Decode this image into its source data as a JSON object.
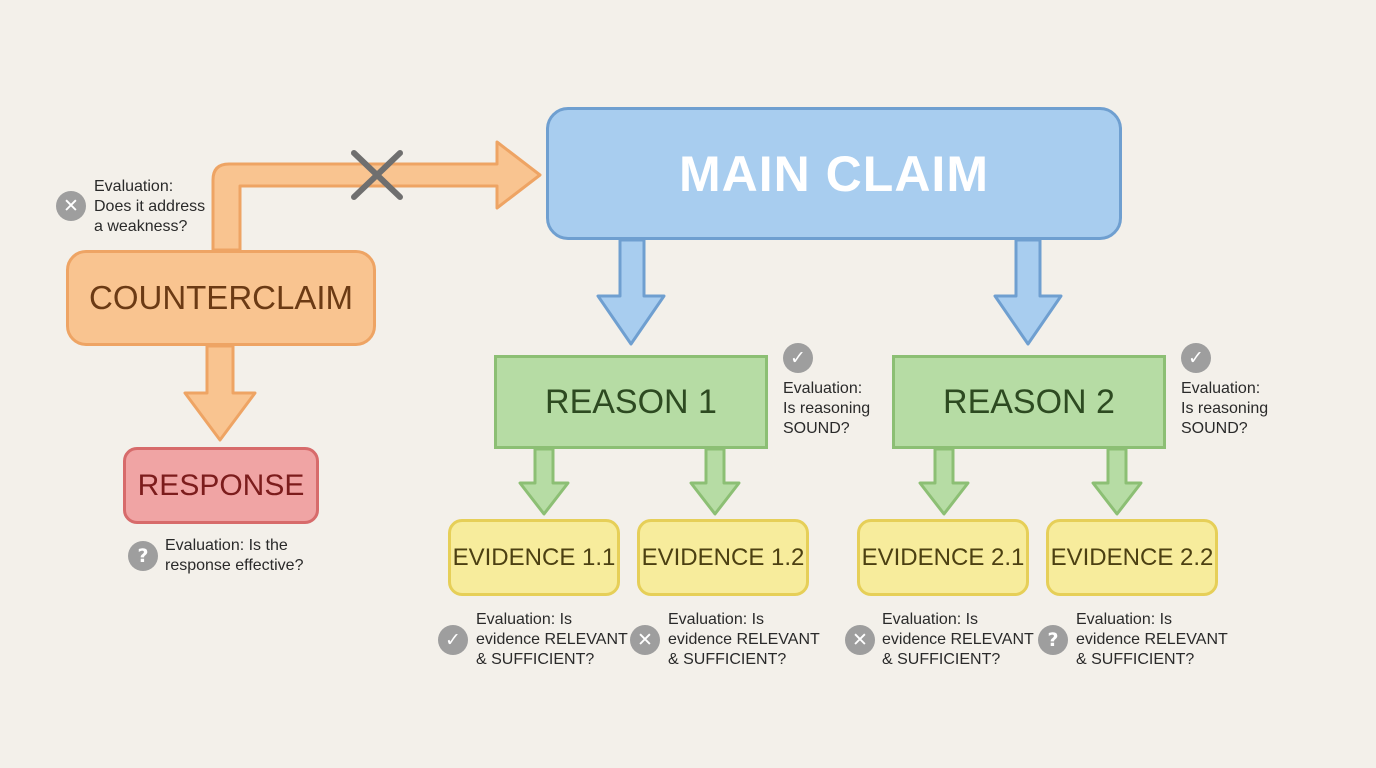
{
  "diagram": {
    "main_claim": "MAIN CLAIM",
    "counterclaim": "COUNTERCLAIM",
    "counterclaim_eval": "Evaluation:\nDoes it address\na weakness?",
    "counterclaim_eval_status": "cross-icon",
    "response": "RESPONSE",
    "response_eval": "Evaluation: Is the\nresponse effective?",
    "response_eval_status": "question-icon",
    "reasons": [
      {
        "label": "REASON 1",
        "eval": "Evaluation:\nIs reasoning\nSOUND?",
        "status": "check-icon"
      },
      {
        "label": "REASON 2",
        "eval": "Evaluation:\nIs reasoning\nSOUND?",
        "status": "check-icon"
      }
    ],
    "evidence": [
      {
        "label": "EVIDENCE 1.1",
        "eval": "Evaluation: Is\nevidence RELEVANT\n& SUFFICIENT?",
        "status": "check-icon"
      },
      {
        "label": "EVIDENCE 1.2",
        "eval": "Evaluation: Is\nevidence RELEVANT\n& SUFFICIENT?",
        "status": "cross-icon"
      },
      {
        "label": "EVIDENCE 2.1",
        "eval": "Evaluation: Is\nevidence RELEVANT\n& SUFFICIENT?",
        "status": "cross-icon"
      },
      {
        "label": "EVIDENCE 2.2",
        "eval": "Evaluation: Is\nevidence RELEVANT\n& SUFFICIENT?",
        "status": "question-icon"
      }
    ]
  },
  "colors": {
    "main_claim_fill": "#a8cdef",
    "counterclaim_fill": "#f9c490",
    "response_fill": "#f0a4a4",
    "reason_fill": "#b6dca4",
    "evidence_fill": "#f7ec9c",
    "badge_fill": "#9e9e9e"
  }
}
